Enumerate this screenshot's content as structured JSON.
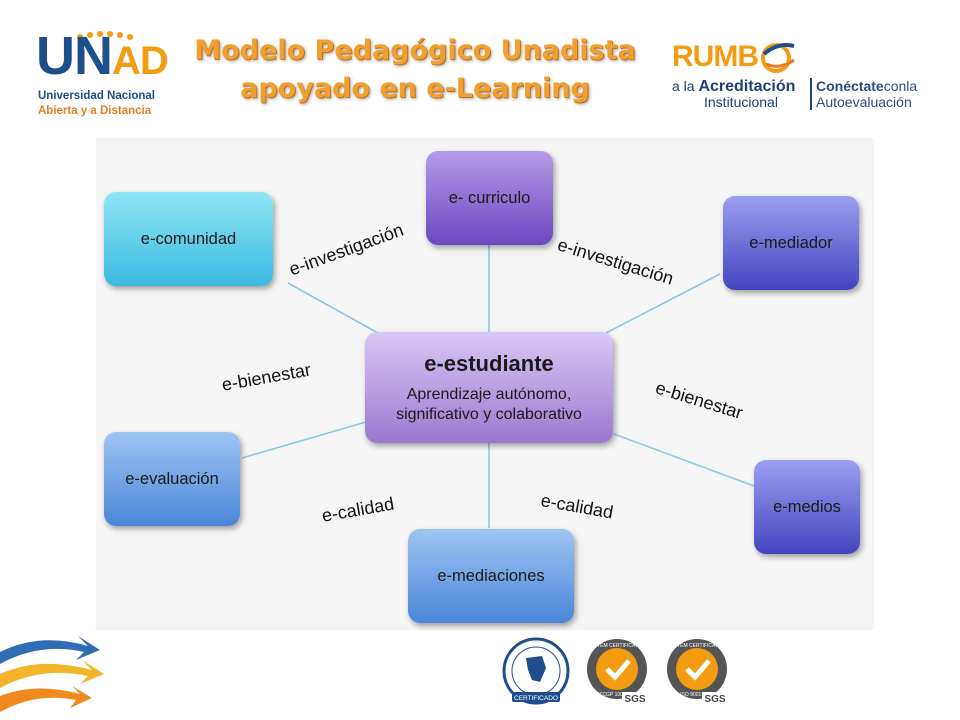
{
  "header": {
    "unad_logo": {
      "mark_u": "UN",
      "mark_ad": "AD",
      "line1": "Universidad Nacional",
      "line2": "Abierta y a Distancia"
    },
    "title_line1": "Modelo Pedagógico  Unadista",
    "title_line2": "apoyado en e-Learning",
    "rumbo_logo": {
      "word": "RUMB",
      "line1_prefix": "a la ",
      "line1_bold": "Acreditación",
      "line2": "Institucional",
      "right_bold": "Conéctate",
      "right_normal": "conla",
      "right_line2": "Autoevaluación"
    }
  },
  "diagram": {
    "center": {
      "title": "e-estudiante",
      "description": "Aprendizaje autónomo, significativo y colaborativo"
    },
    "nodes": {
      "curriculo": "e- curriculo",
      "comunidad": "e-comunidad",
      "mediador": "e-mediador",
      "evaluacion": "e-evaluación",
      "medios": "e-medios",
      "mediaciones": "e-mediaciones"
    },
    "edge_labels": {
      "investigacion_left": "e-investigación",
      "investigacion_right": "e-investigación",
      "bienestar_left": "e-bienestar",
      "bienestar_right": "e-bienestar",
      "calidad_left": "e-calidad",
      "calidad_right": "e-calidad"
    }
  },
  "footer": {
    "seal1_text": "CERTIFICADO",
    "seal2_top": "SYSTEM CERTIFICATION",
    "seal2_bottom": "NTCGP 1000:2004",
    "seal2_brand": "SGS",
    "seal3_top": "SYSTEM CERTIFICATION",
    "seal3_bottom": "ISO 9001:2008",
    "seal3_brand": "SGS"
  },
  "colors": {
    "title": "#f0a030",
    "unad_blue": "#1f4e8c",
    "unad_orange": "#f39c12",
    "connector": "#8ec9e0"
  }
}
